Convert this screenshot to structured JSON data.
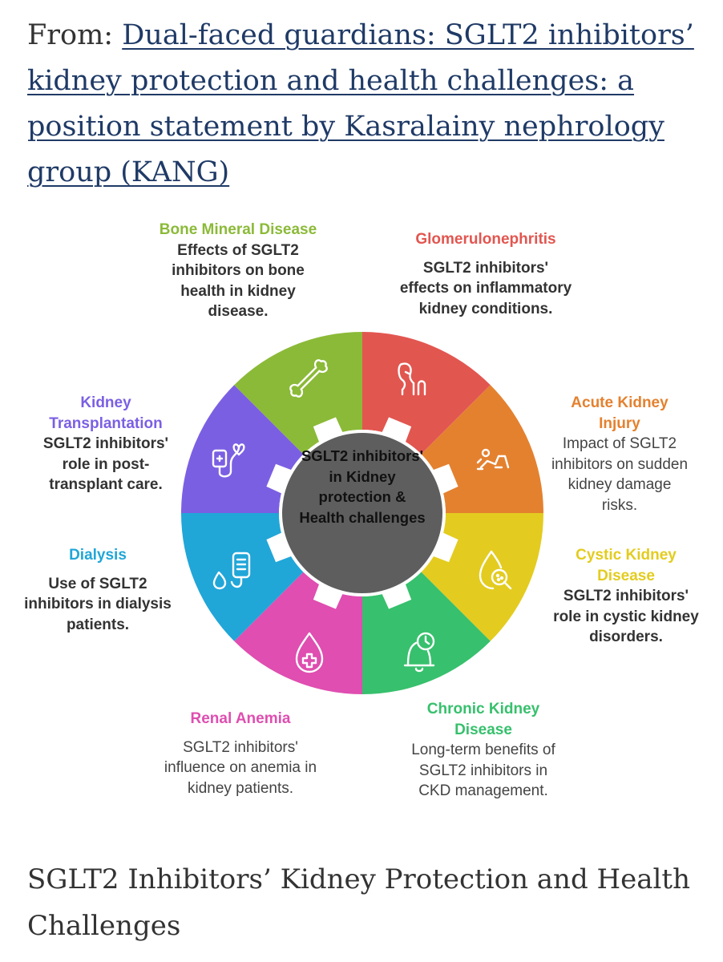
{
  "header": {
    "prefix": "From:",
    "link_text": "Dual-faced guardians: SGLT2 inhibitors’ kidney protection and health challenges: a position statement by Kasralainy nephrology group (KANG)"
  },
  "center": {
    "text": "SGLT2 inhibitors' in Kidney protection & Health challenges"
  },
  "segments": [
    {
      "title": "Glomerulonephritis",
      "desc": "SGLT2 inhibitors' effects on inflammatory kidney conditions.",
      "color": "#e25650",
      "icon": "kidney-icon"
    },
    {
      "title": "Acute Kidney Injury",
      "desc": "Impact of SGLT2 inhibitors on sudden kidney damage risks.",
      "color": "#e4812f",
      "icon": "fallen-person-icon"
    },
    {
      "title": "Cystic Kidney Disease",
      "desc": "SGLT2 inhibitors' role in cystic kidney disorders.",
      "color": "#e3cc1f",
      "icon": "magnify-drop-icon"
    },
    {
      "title": "Chronic Kidney Disease",
      "desc": "Long-term benefits of SGLT2 inhibitors in CKD management.",
      "color": "#37c06d",
      "icon": "bell-clock-icon"
    },
    {
      "title": "Renal Anemia",
      "desc": "SGLT2 inhibitors' influence on anemia in kidney patients.",
      "color": "#df4eb0",
      "icon": "blood-drop-cross-icon"
    },
    {
      "title": "Dialysis",
      "desc": "Use of SGLT2 inhibitors in dialysis patients.",
      "color": "#21a6d8",
      "icon": "iv-bag-icon"
    },
    {
      "title": "Kidney Transplantation",
      "desc": "SGLT2 inhibitors' role in post-transplant care.",
      "color": "#7b5fe3",
      "icon": "stethoscope-icon"
    },
    {
      "title": "Bone Mineral Disease",
      "desc": "Effects of SGLT2 inhibitors on bone health in kidney disease.",
      "color": "#8bba38",
      "icon": "bone-icon"
    }
  ],
  "colors": {
    "center_fill": "#5e5e5e",
    "link": "#1f3a66"
  },
  "caption": "SGLT2 Inhibitors’ Kidney Protection and Health Challenges"
}
